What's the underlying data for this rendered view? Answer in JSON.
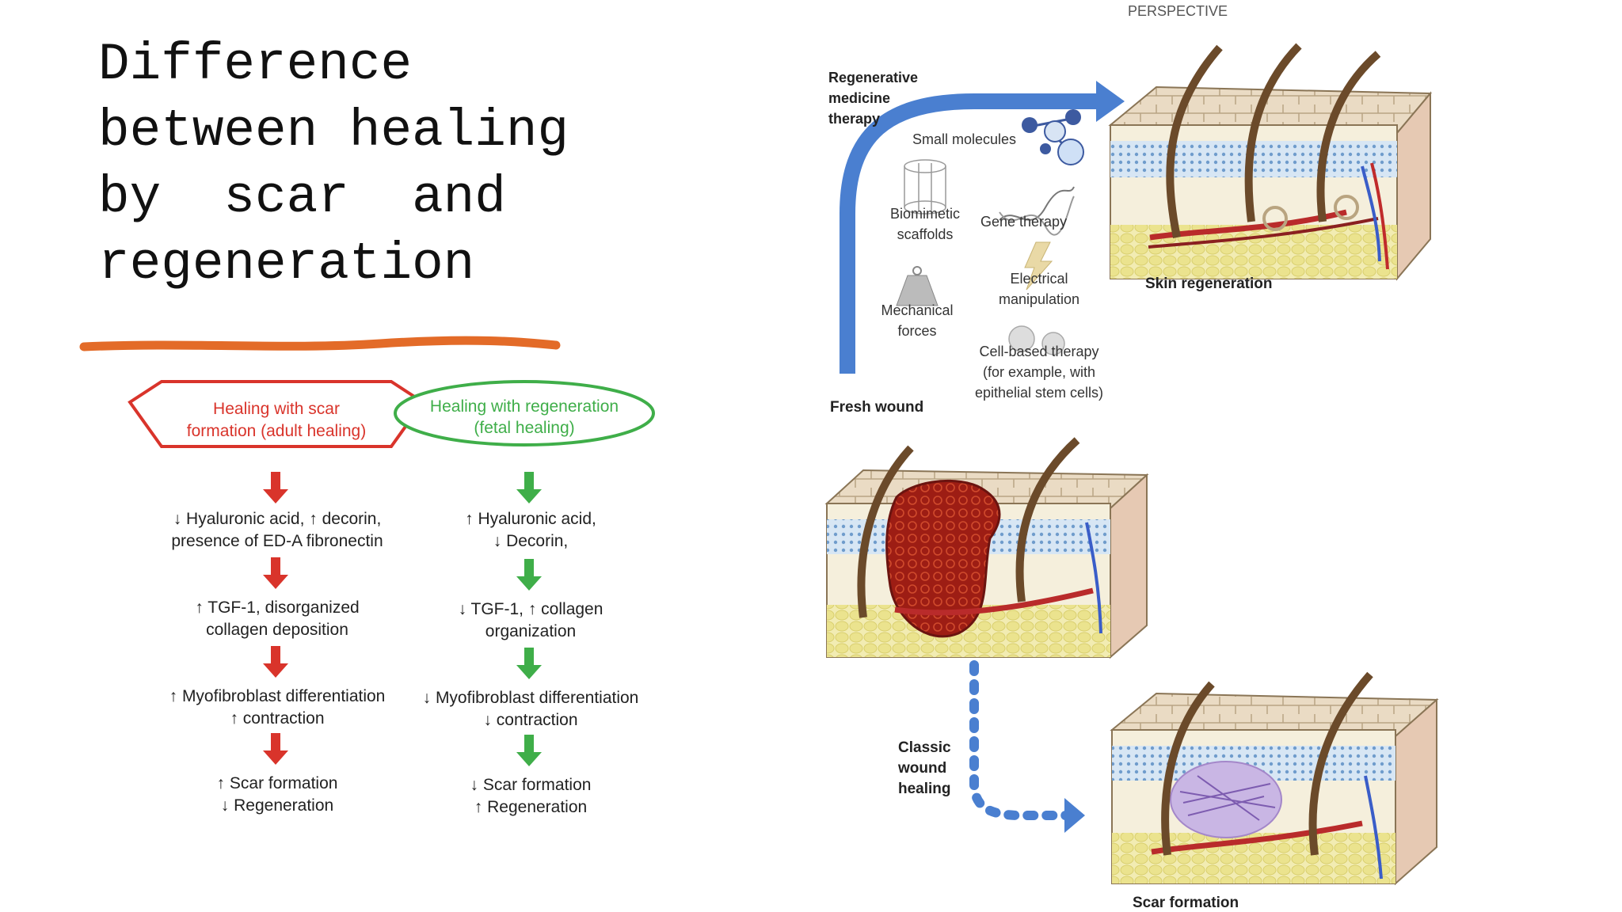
{
  "slide": {
    "title_lines": [
      "Difference",
      "between healing",
      "by  scar  and",
      "regeneration"
    ]
  },
  "flowchart": {
    "scar": {
      "header": [
        "Healing with scar",
        "formation (adult healing)"
      ],
      "steps": [
        [
          "↓ Hyaluronic acid, ↑ decorin,",
          "presence of ED-A fibronectin"
        ],
        [
          "↑ TGF-1, disorganized",
          "collagen deposition"
        ],
        [
          "↑ Myofibroblast differentiation",
          "↑ contraction"
        ],
        [
          "↑ Scar formation",
          "↓ Regeneration"
        ]
      ],
      "color": "#d9342b"
    },
    "regen": {
      "header": [
        "Healing with regeneration",
        "(fetal healing)"
      ],
      "steps": [
        [
          "↑ Hyaluronic acid,",
          "↓ Decorin,"
        ],
        [
          "↓ TGF-1, ↑ collagen",
          "organization"
        ],
        [
          "↓ Myofibroblast differentiation",
          "↓ contraction"
        ],
        [
          "↓ Scar formation",
          "↑ Regeneration"
        ]
      ],
      "color": "#3fae49"
    }
  },
  "illustration": {
    "header": "PERSPECTIVE",
    "therapy_title": [
      "Regenerative",
      "medicine",
      "therapy"
    ],
    "therapies": {
      "small_molecules": [
        "Small molecules"
      ],
      "scaffolds": [
        "Biomimetic",
        "scaffolds"
      ],
      "gene": [
        "Gene therapy"
      ],
      "electrical": [
        "Electrical",
        "manipulation"
      ],
      "mechanical": [
        "Mechanical",
        "forces"
      ],
      "cell": [
        "Cell-based therapy",
        "(for example, with",
        "epithelial stem cells)"
      ]
    },
    "fresh_wound": "Fresh wound",
    "skin_regeneration": "Skin regeneration",
    "classic": [
      "Classic",
      "wound",
      "healing"
    ],
    "scar_formation": "Scar formation",
    "colors": {
      "arrow": "#4a7fd0",
      "skin_top": "#eadbc4",
      "dermis": "#f3ecd8",
      "fat": "#ede7a0",
      "wound": "#9d1d14",
      "scar": "#a487c9"
    }
  }
}
